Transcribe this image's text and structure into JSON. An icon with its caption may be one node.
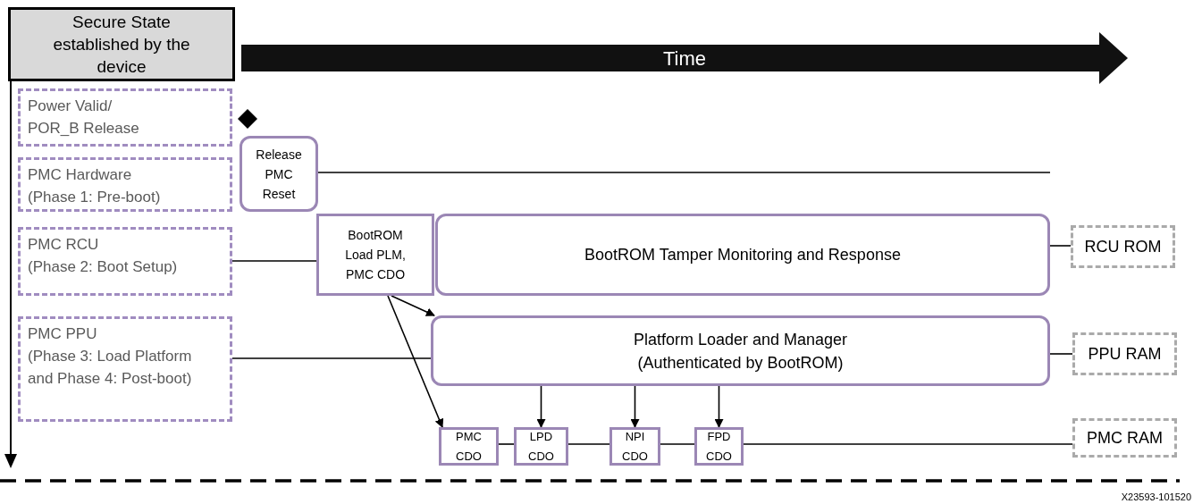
{
  "diagram": {
    "nodes": [
      {
        "text": [
          "Secure State established by the device"
        ]
      },
      {
        "text": [
          "Time"
        ]
      },
      {
        "text": [
          "Power Valid/",
          "POR_B Release"
        ]
      },
      {
        "text": [
          "PMC Hardware",
          "(Phase 1: Pre-boot)"
        ]
      },
      {
        "text": [
          "PMC RCU",
          "(Phase 2: Boot Setup)"
        ]
      },
      {
        "text": [
          "PMC PPU",
          "(Phase 3: Load Platform and Phase 4: Post-boot)"
        ]
      },
      {
        "text": [],
        "shape": "diamond"
      },
      {
        "text": [
          "Release PMC Reset"
        ]
      },
      {
        "text": [
          "BootROM Load PLM, PMC CDO"
        ]
      },
      {
        "text": [
          "BootROM Tamper Monitoring and Response"
        ]
      },
      {
        "text": [
          "Platform Loader and Manager",
          "(Authenticated by BootROM)"
        ]
      },
      {
        "text": [
          "PMC",
          "CDO"
        ]
      },
      {
        "text": [
          "LPD",
          "CDO"
        ]
      },
      {
        "text": [
          "NPI",
          "CDO"
        ]
      },
      {
        "text": [
          "FPD",
          "CDO"
        ]
      },
      {
        "text": [
          "RCU ROM"
        ]
      },
      {
        "text": [
          "PPU RAM"
        ]
      },
      {
        "text": [
          "PMC RAM"
        ]
      }
    ],
    "edges": [
      {
        "from": 7,
        "to": null,
        "arrow": "none"
      },
      {
        "from": 4,
        "to": 8,
        "arrow": "none"
      },
      {
        "from": 8,
        "to": 10,
        "arrow": "to"
      },
      {
        "from": 8,
        "to": 11,
        "arrow": "to"
      },
      {
        "from": 5,
        "to": 10,
        "arrow": "none"
      },
      {
        "from": 9,
        "to": 15,
        "arrow": "none"
      },
      {
        "from": 10,
        "to": 16,
        "arrow": "none"
      },
      {
        "from": 10,
        "to": 12,
        "arrow": "to"
      },
      {
        "from": 10,
        "to": 13,
        "arrow": "to"
      },
      {
        "from": 10,
        "to": 14,
        "arrow": "to"
      },
      {
        "from": 11,
        "to": 12,
        "arrow": "none"
      },
      {
        "from": 12,
        "to": 13,
        "arrow": "none"
      },
      {
        "from": 13,
        "to": 14,
        "arrow": "none"
      },
      {
        "from": 14,
        "to": 17,
        "arrow": "none"
      }
    ],
    "labels": [
      "X23593-101520"
    ]
  }
}
